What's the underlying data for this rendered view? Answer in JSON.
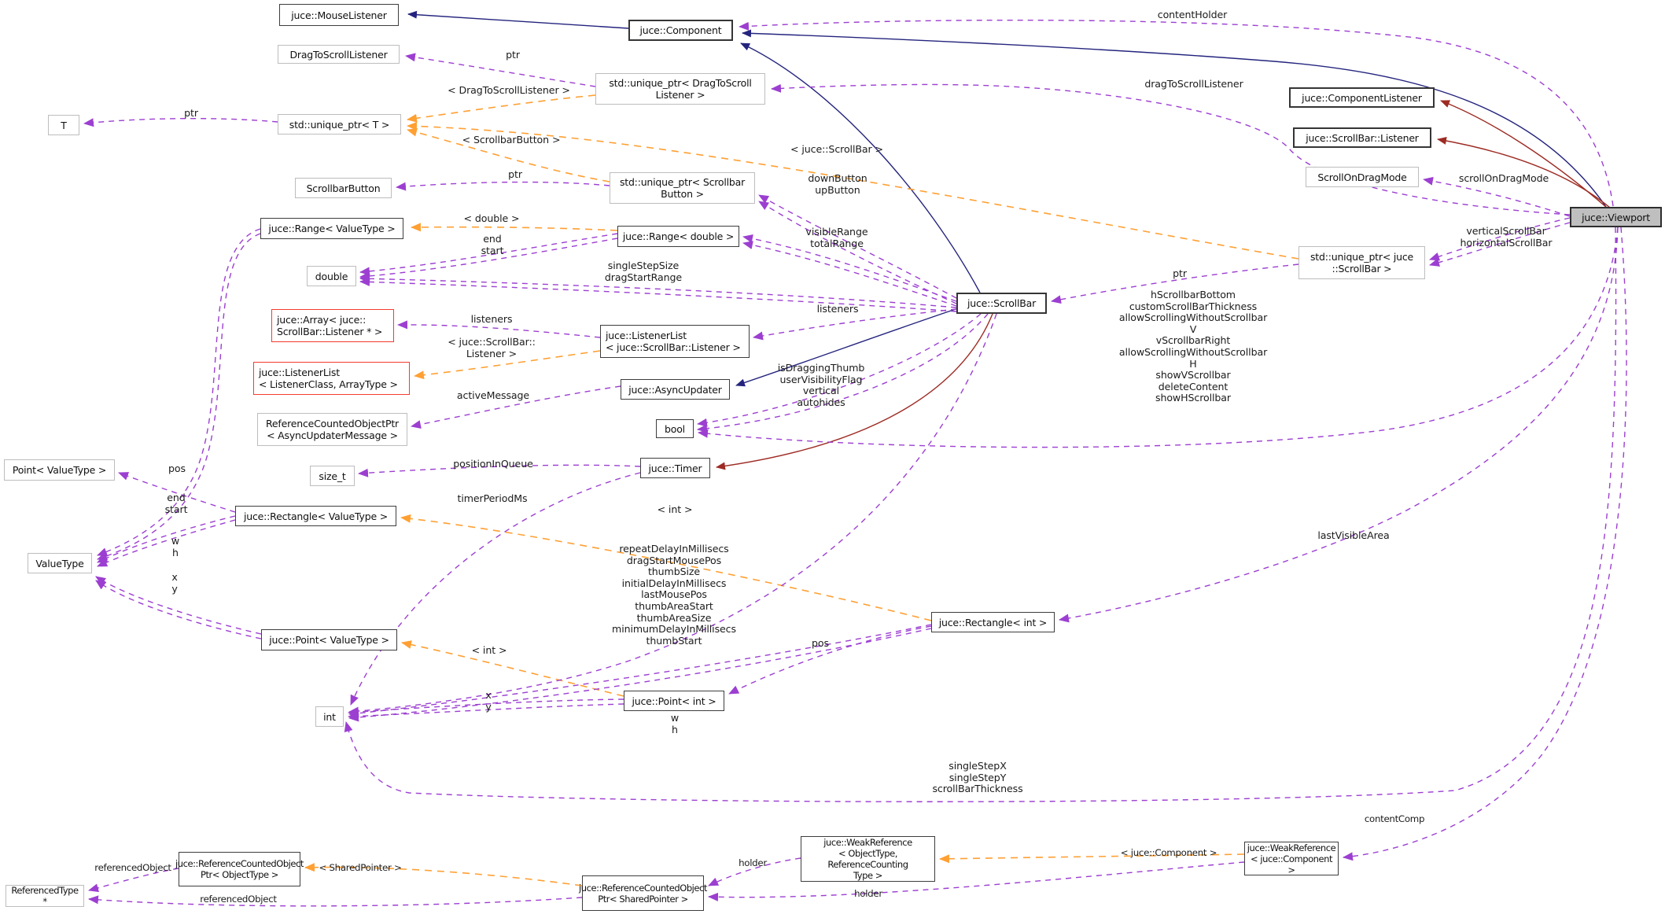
{
  "diagram": {
    "kind": "collaboration-graph",
    "focus_class": "juce::Viewport",
    "colors": {
      "inheritance_public": "#24247e",
      "inheritance_private": "#9d2b23",
      "usage_edge": "#9c3fd1",
      "template_edge": "#ffa033",
      "node_border_dark": "#3d3d3d",
      "node_border_light": "#bdbdbd",
      "node_border_template_param": "#f43b2e",
      "focus_node_fill": "#bfbfbf"
    },
    "nodes": {
      "mouse_listener": {
        "label": "juce::MouseListener"
      },
      "component": {
        "label": "juce::Component"
      },
      "drag_listener": {
        "label": "DragToScrollListener"
      },
      "uptr_dts": {
        "label": "std::unique_ptr< DragToScroll\nListener >"
      },
      "t": {
        "label": "T"
      },
      "uptr_t": {
        "label": "std::unique_ptr< T >"
      },
      "scrollbar_button": {
        "label": "ScrollbarButton"
      },
      "uptr_sbb": {
        "label": "std::unique_ptr< Scrollbar\nButton >"
      },
      "range_vt": {
        "label": "juce::Range< ValueType >"
      },
      "range_double": {
        "label": "juce::Range< double >"
      },
      "double": {
        "label": "double"
      },
      "array_listeners": {
        "label": "juce::Array< juce::\nScrollBar::Listener * >"
      },
      "listener_list_sb": {
        "label": "juce::ListenerList\n< juce::ScrollBar::Listener >"
      },
      "listener_list_tpl": {
        "label": "juce::ListenerList\n< ListenerClass, ArrayType >"
      },
      "rcop_aum": {
        "label": "ReferenceCountedObjectPtr\n< AsyncUpdaterMessage >"
      },
      "size_t": {
        "label": "size_t"
      },
      "rect_vt": {
        "label": "juce::Rectangle< ValueType >"
      },
      "point_vt_plain": {
        "label": "Point< ValueType >"
      },
      "value_type": {
        "label": "ValueType"
      },
      "jpoint_vt": {
        "label": "juce::Point< ValueType >"
      },
      "int": {
        "label": "int"
      },
      "jpoint_int": {
        "label": "juce::Point< int >"
      },
      "rect_int": {
        "label": "juce::Rectangle< int >"
      },
      "scrollbar": {
        "label": "juce::ScrollBar"
      },
      "async_updater": {
        "label": "juce::AsyncUpdater"
      },
      "bool": {
        "label": "bool"
      },
      "timer": {
        "label": "juce::Timer"
      },
      "component_listener": {
        "label": "juce::ComponentListener"
      },
      "scrollbar_listener": {
        "label": "juce::ScrollBar::Listener"
      },
      "scroll_on_drag_mode": {
        "label": "ScrollOnDragMode"
      },
      "uptr_jsb": {
        "label": "std::unique_ptr< juce\n::ScrollBar >"
      },
      "viewport": {
        "label": "juce::Viewport"
      },
      "rcop_ot": {
        "label": "juce::ReferenceCountedObject\nPtr< ObjectType >"
      },
      "rcop_sp": {
        "label": "juce::ReferenceCountedObject\nPtr< SharedPointer >"
      },
      "weakref_tpl": {
        "label": "juce::WeakReference\n< ObjectType, ReferenceCounting\nType >"
      },
      "weakref_comp": {
        "label": "juce::WeakReference\n< juce::Component >"
      },
      "referenced_type": {
        "label": "ReferencedType *"
      }
    },
    "labels": {
      "content_holder": "contentHolder",
      "drag_to_scroll_listener": "dragToScrollListener",
      "ptr_top": "ptr",
      "ptr_t": "ptr",
      "ptr_sbb": "ptr",
      "ptr_jsb": "ptr",
      "tpl_dts": "< DragToScrollListener >",
      "tpl_sbb": "< ScrollbarButton >",
      "tpl_jsb": "< juce::ScrollBar >",
      "down_up": "downButton\nupButton",
      "visible_total": "visibleRange\ntotalRange",
      "tpl_double": "< double >",
      "end_start_d": "end\nstart",
      "sss_dsr": "singleStepSize\ndragStartRange",
      "listeners_sb": "listeners",
      "listeners_ll": "listeners",
      "tpl_sbl": "< juce::ScrollBar::\nListener >",
      "active_message": "activeMessage",
      "is_drag_block": "isDraggingThumb\nuserVisibilityFlag\nvertical\nautohides",
      "h_scrollbar_block": "hScrollbarBottom\ncustomScrollBarThickness\nallowScrollingWithoutScrollbar\nV\nvScrollbarRight\nallowScrollingWithoutScrollbar\nH\nshowVScrollbar\ndeleteContent\nshowHScrollbar",
      "position_in_queue": "positionInQueue",
      "timer_period": "timerPeriodMs",
      "pos_vt": "pos",
      "end_start_vt": "end\nstart",
      "w_h_vt": "w\nh",
      "x_y_vt": "x\ny",
      "tpl_int_point": "< int >",
      "x_y_int": "x\ny",
      "w_h_int": "w\nh",
      "tpl_int_rect": "< int >",
      "repeat_block": "repeatDelayInMillisecs\ndragStartMousePos\nthumbSize\ninitialDelayInMillisecs\nlastMousePos\nthumbAreaStart\nthumbAreaSize\nminimumDelayInMillisecs\nthumbStart",
      "pos_int": "pos",
      "last_visible": "lastVisibleArea",
      "v_h_scrollbar": "verticalScrollBar\nhorizontalScrollBar",
      "scroll_on_drag": "scrollOnDragMode",
      "single_step_block": "singleStepX\nsingleStepY\nscrollBarThickness",
      "content_comp": "contentComp",
      "holder_1": "holder",
      "holder_2": "holder",
      "tpl_component": "< juce::Component >",
      "tpl_shared": "< SharedPointer >",
      "referenced_1": "referencedObject",
      "referenced_2": "referencedObject"
    }
  }
}
